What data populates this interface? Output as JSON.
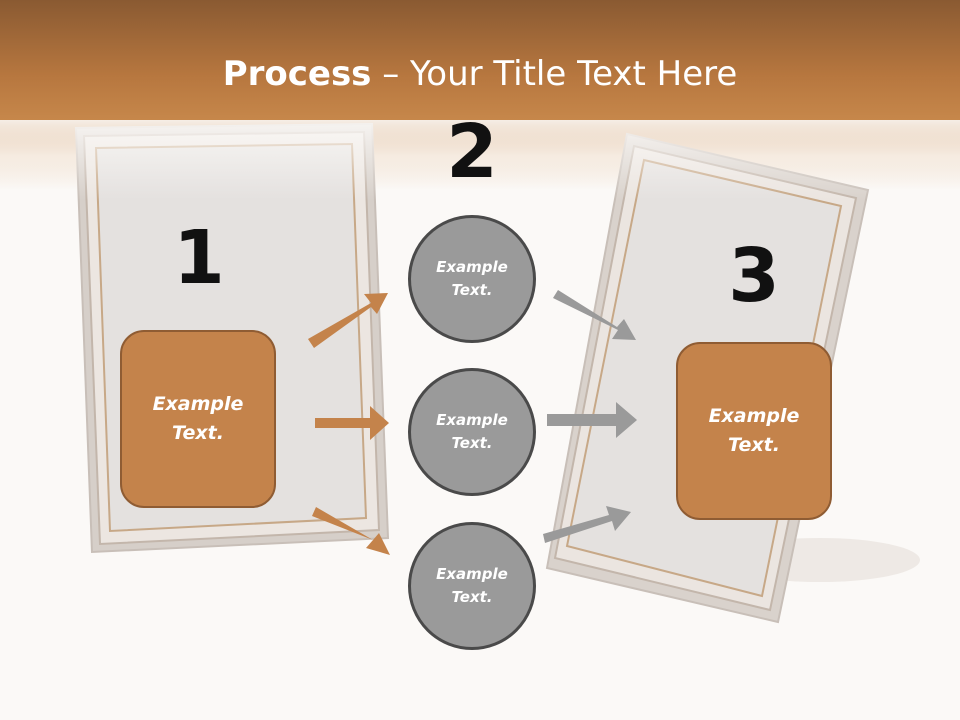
{
  "slide": {
    "title_bold": "Process",
    "title_rest": " – Your Title Text Here"
  },
  "steps": [
    {
      "number": "1",
      "box_text": "Example\nText."
    },
    {
      "number": "2",
      "circles": [
        "Example\nText.",
        "Example\nText.",
        "Example\nText."
      ]
    },
    {
      "number": "3",
      "box_text": "Example\nText."
    }
  ],
  "colors": {
    "header": "#b7773f",
    "box_fill": "#c4834b",
    "box_border": "#8f5c33",
    "arrow_orange": "#c4834b",
    "arrow_gray": "#9a9a9a",
    "circle_fill": "#9a9a9a",
    "circle_border": "#4a4a4a"
  }
}
